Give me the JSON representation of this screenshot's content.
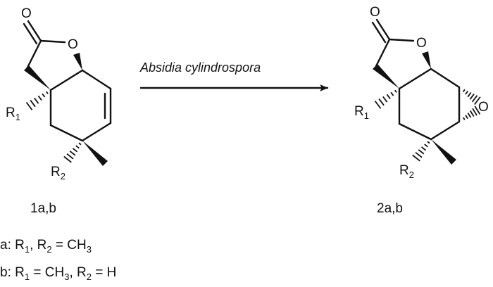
{
  "reaction": {
    "reagent": "Absidia cylindrospora",
    "starting_material": {
      "label": "1a,b"
    },
    "product": {
      "label": "2a,b"
    }
  },
  "atoms": {
    "oxygen": "O",
    "r": "R",
    "r1_sub": "1",
    "r2_sub": "2"
  },
  "legend": {
    "a": {
      "prefix": "a: R",
      "s1": "1",
      "mid": ", R",
      "s2": "2",
      "eq": " = CH",
      "s3": "3"
    },
    "b": {
      "prefix": "b: R",
      "s1": "1",
      "mid": " = CH",
      "s2": "3",
      "mid2": ", R",
      "s3": "2",
      "end": " = H"
    }
  }
}
